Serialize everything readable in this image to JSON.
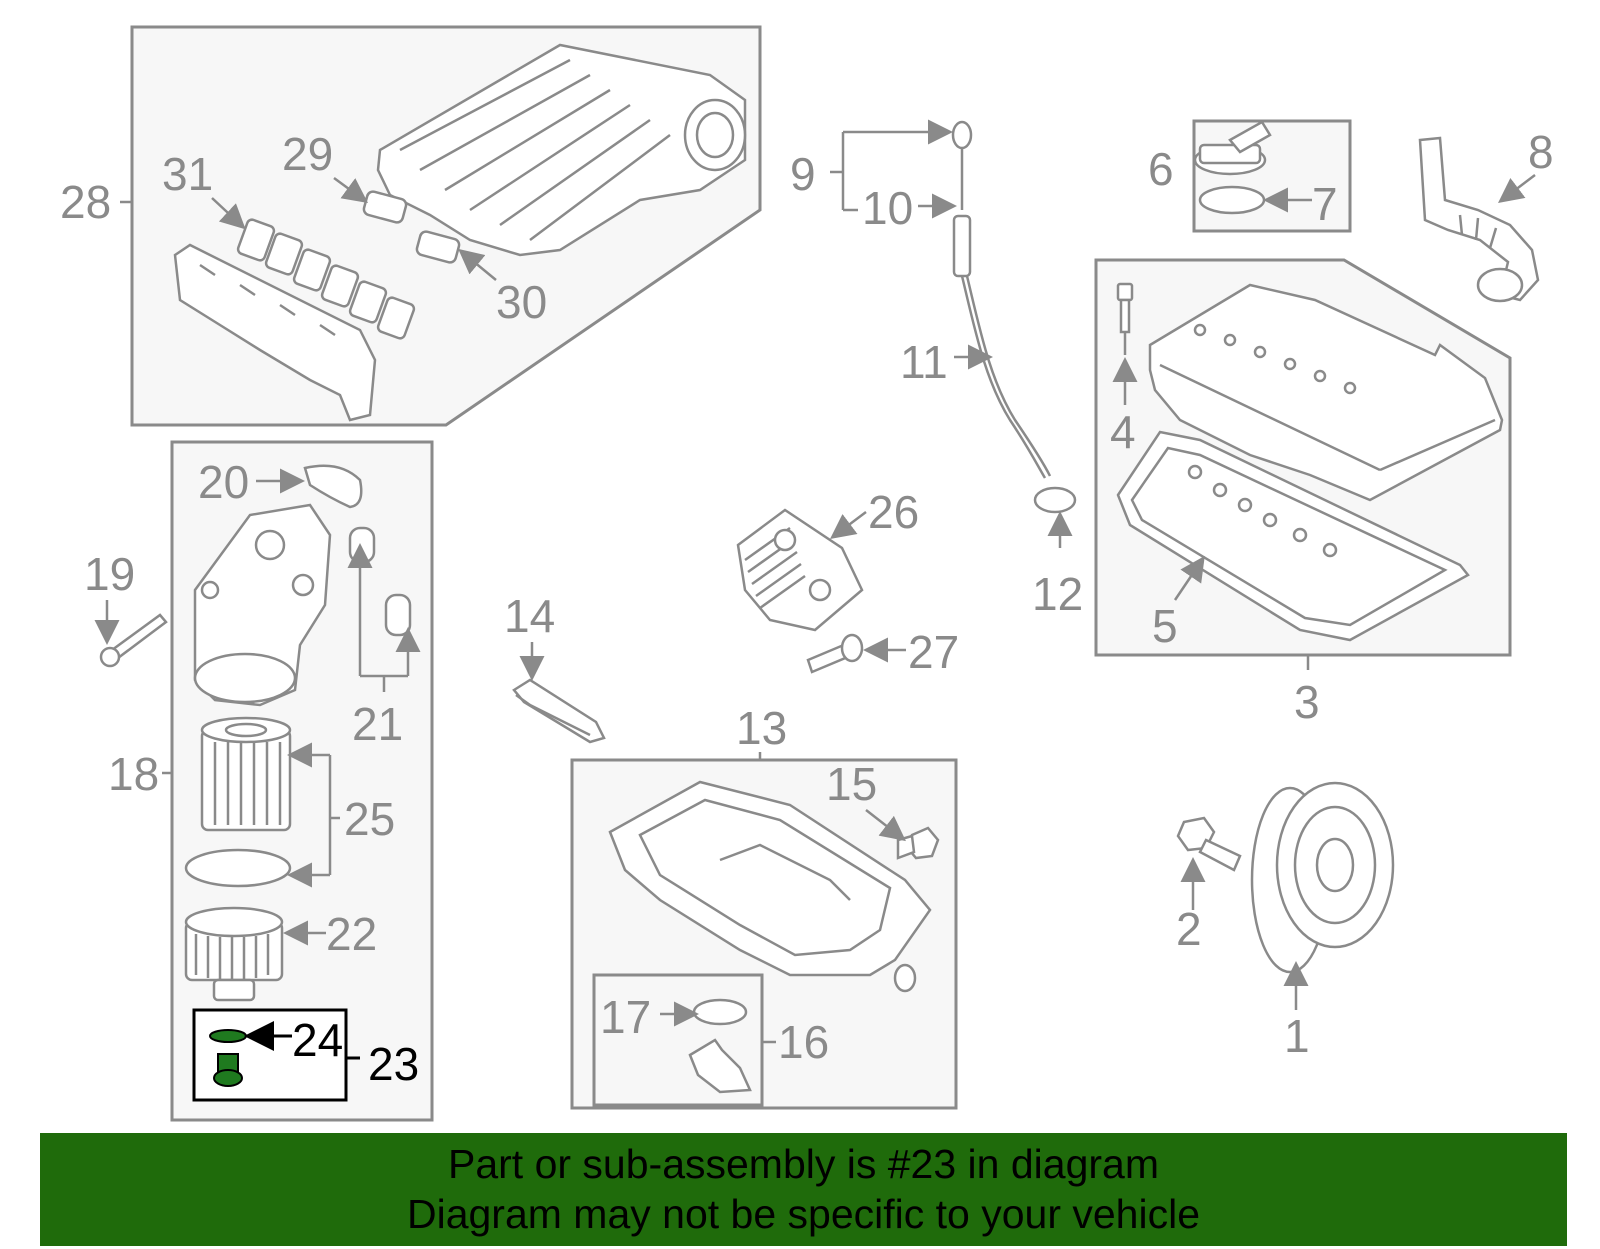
{
  "diagram": {
    "callouts": {
      "c1": "1",
      "c2": "2",
      "c3": "3",
      "c4": "4",
      "c5": "5",
      "c6": "6",
      "c7": "7",
      "c8": "8",
      "c9": "9",
      "c10": "10",
      "c11": "11",
      "c12": "12",
      "c13": "13",
      "c14": "14",
      "c15": "15",
      "c16": "16",
      "c17": "17",
      "c18": "18",
      "c19": "19",
      "c20": "20",
      "c21": "21",
      "c22": "22",
      "c23": "23",
      "c24": "24",
      "c25": "25",
      "c26": "26",
      "c27": "27",
      "c28": "28",
      "c29": "29",
      "c30": "30",
      "c31": "31"
    },
    "highlight_part": "23",
    "colors": {
      "line_gray": "#8a8a8a",
      "box_fill": "#f7f7f7",
      "highlight_part": "#1f7a1f",
      "banner_green": "#1f6b0b"
    }
  },
  "banner": {
    "line1": "Part or sub-assembly is #23 in diagram",
    "line2": "Diagram may not be specific to your vehicle"
  }
}
